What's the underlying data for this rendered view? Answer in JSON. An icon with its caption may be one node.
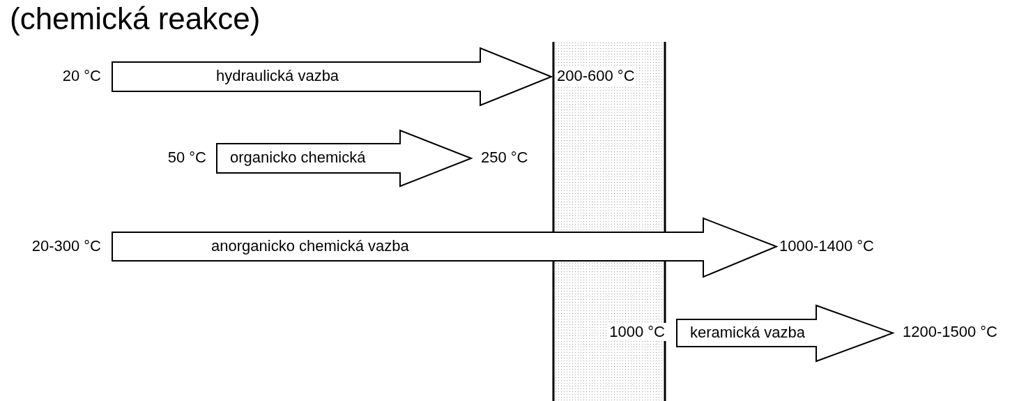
{
  "diagram": {
    "title": "(chemická reakce)",
    "nodes": [
      {
        "text": [
          "hydraulická vazba"
        ],
        "beside": [
          "20 °C",
          "200-600 °C"
        ]
      },
      {
        "text": [
          "organicko chemická"
        ],
        "beside": [
          "50 °C",
          "250 °C"
        ]
      },
      {
        "text": [
          "anorganicko chemická vazba"
        ],
        "beside": [
          "20-300 °C",
          "1000-1400 °C"
        ]
      },
      {
        "text": [
          "keramická vazba"
        ],
        "beside": [
          "1000 °C",
          "1200-1500 °C"
        ]
      }
    ]
  }
}
